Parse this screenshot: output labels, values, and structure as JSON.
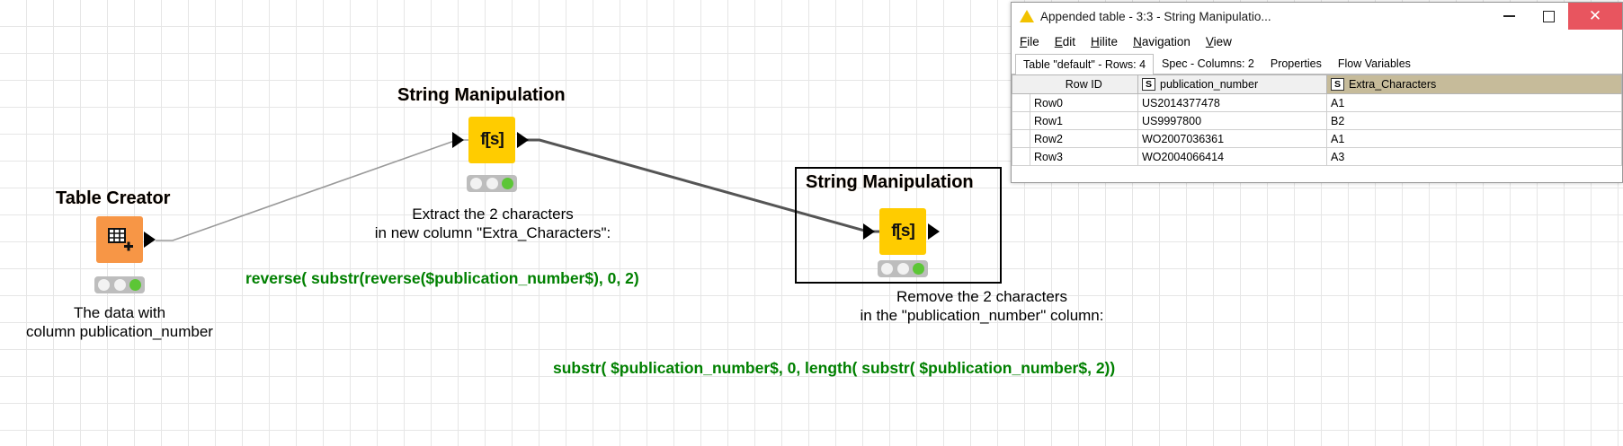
{
  "workflow": {
    "nodes": [
      {
        "id": "table-creator",
        "title": "Table Creator",
        "glyph": "table-plus-icon",
        "caption": "The data with\ncolumn publication_number",
        "status": [
          "off",
          "off",
          "on"
        ]
      },
      {
        "id": "string-manipulation-1",
        "title": "String Manipulation",
        "glyph": "f[s]",
        "caption": "Extract the 2 characters\nin new column \"Extra_Characters\":",
        "status": [
          "off",
          "off",
          "on"
        ]
      },
      {
        "id": "string-manipulation-2",
        "title": "String Manipulation",
        "glyph": "f[s]",
        "caption": "Remove the 2 characters\nin the \"publication_number\" column:",
        "status": [
          "off",
          "off",
          "on"
        ]
      }
    ],
    "expressions": [
      "reverse( substr(reverse($publication_number$), 0, 2)",
      "substr( $publication_number$, 0, length( substr( $publication_number$, 2))"
    ],
    "expression_color": "#008000",
    "node_colors": {
      "table_creator": "#f79646",
      "string_manipulation": "#ffcc00"
    }
  },
  "table_window": {
    "title": "Appended table - 3:3 - String Manipulatio...",
    "app_icon": "knime-triangle-icon",
    "controls": {
      "minimize": "minimize-icon",
      "maximize": "maximize-icon",
      "close": "close-icon"
    },
    "close_color": "#e8555f",
    "menu": [
      {
        "label": "File",
        "mnemonic": "F"
      },
      {
        "label": "Edit",
        "mnemonic": "E"
      },
      {
        "label": "Hilite",
        "mnemonic": "H"
      },
      {
        "label": "Navigation",
        "mnemonic": "N"
      },
      {
        "label": "View",
        "mnemonic": "V"
      }
    ],
    "tabs": [
      {
        "label": "Table \"default\" - Rows: 4",
        "active": true
      },
      {
        "label": "Spec - Columns: 2",
        "active": false
      },
      {
        "label": "Properties",
        "active": false
      },
      {
        "label": "Flow Variables",
        "active": false
      }
    ],
    "table": {
      "columns": [
        {
          "label": "Row ID",
          "type": null,
          "hilite": false
        },
        {
          "label": "publication_number",
          "type": "S",
          "hilite": false
        },
        {
          "label": "Extra_Characters",
          "type": "S",
          "hilite": true
        }
      ],
      "rows": [
        {
          "row_id": "Row0",
          "publication_number": "US2014377478",
          "extra_characters": "A1"
        },
        {
          "row_id": "Row1",
          "publication_number": "US9997800",
          "extra_characters": "B2"
        },
        {
          "row_id": "Row2",
          "publication_number": "WO2007036361",
          "extra_characters": "A1"
        },
        {
          "row_id": "Row3",
          "publication_number": "WO2004066414",
          "extra_characters": "A3"
        }
      ]
    }
  }
}
